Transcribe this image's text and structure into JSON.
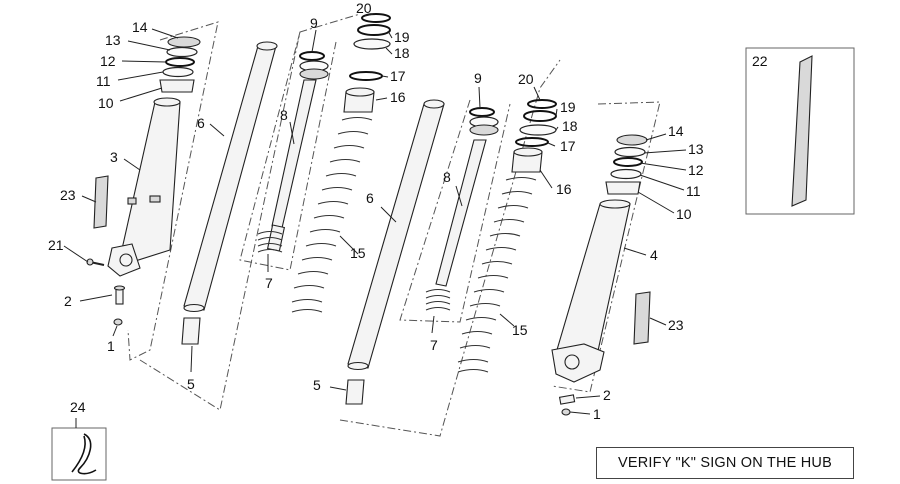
{
  "callouts": {
    "left": {
      "c14": "14",
      "c13": "13",
      "c12": "12",
      "c11": "11",
      "c10": "10",
      "c3": "3",
      "c23": "23",
      "c21": "21",
      "c2": "2",
      "c1": "1",
      "c6": "6",
      "c5": "5",
      "c9": "9",
      "c8": "8",
      "c7": "7",
      "c20": "20",
      "c19": "19",
      "c18": "18",
      "c17": "17",
      "c16": "16",
      "c15": "15"
    },
    "right": {
      "c6": "6",
      "c5": "5",
      "c9": "9",
      "c8": "8",
      "c7": "7",
      "c20": "20",
      "c19": "19",
      "c18": "18",
      "c17": "17",
      "c16": "16",
      "c15": "15",
      "c14": "14",
      "c13": "13",
      "c12": "12",
      "c11": "11",
      "c10": "10",
      "c4": "4",
      "c23": "23",
      "c2": "2",
      "c1": "1"
    },
    "inset_strip": "22",
    "inset_cable": "24"
  },
  "note": "VERIFY \"K\" SIGN ON THE HUB"
}
